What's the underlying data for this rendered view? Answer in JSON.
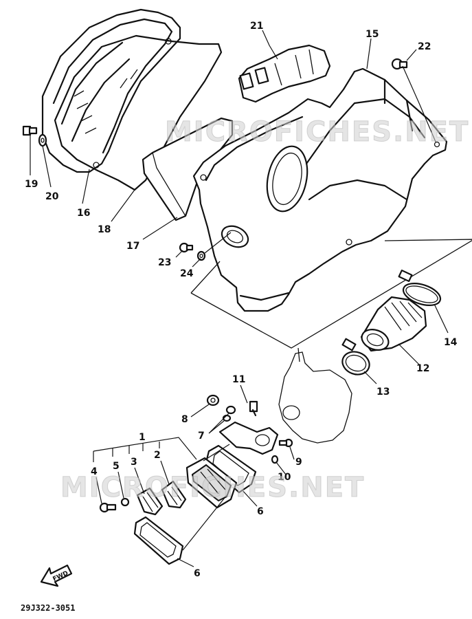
{
  "diagram": {
    "part_code": "29J322-3051",
    "watermark": "MICROFICHES.NET",
    "fwd_label": "FWD",
    "callouts": {
      "c1": "1",
      "c2": "2",
      "c3": "3",
      "c4": "4",
      "c5": "5",
      "c6a": "6",
      "c6b": "6",
      "c7": "7",
      "c8": "8",
      "c9": "9",
      "c10": "10",
      "c11": "11",
      "c12": "12",
      "c13": "13",
      "c14": "14",
      "c15": "15",
      "c16": "16",
      "c17": "17",
      "c18": "18",
      "c19": "19",
      "c20": "20",
      "c21": "21",
      "c22": "22",
      "c23": "23",
      "c24": "24"
    }
  }
}
